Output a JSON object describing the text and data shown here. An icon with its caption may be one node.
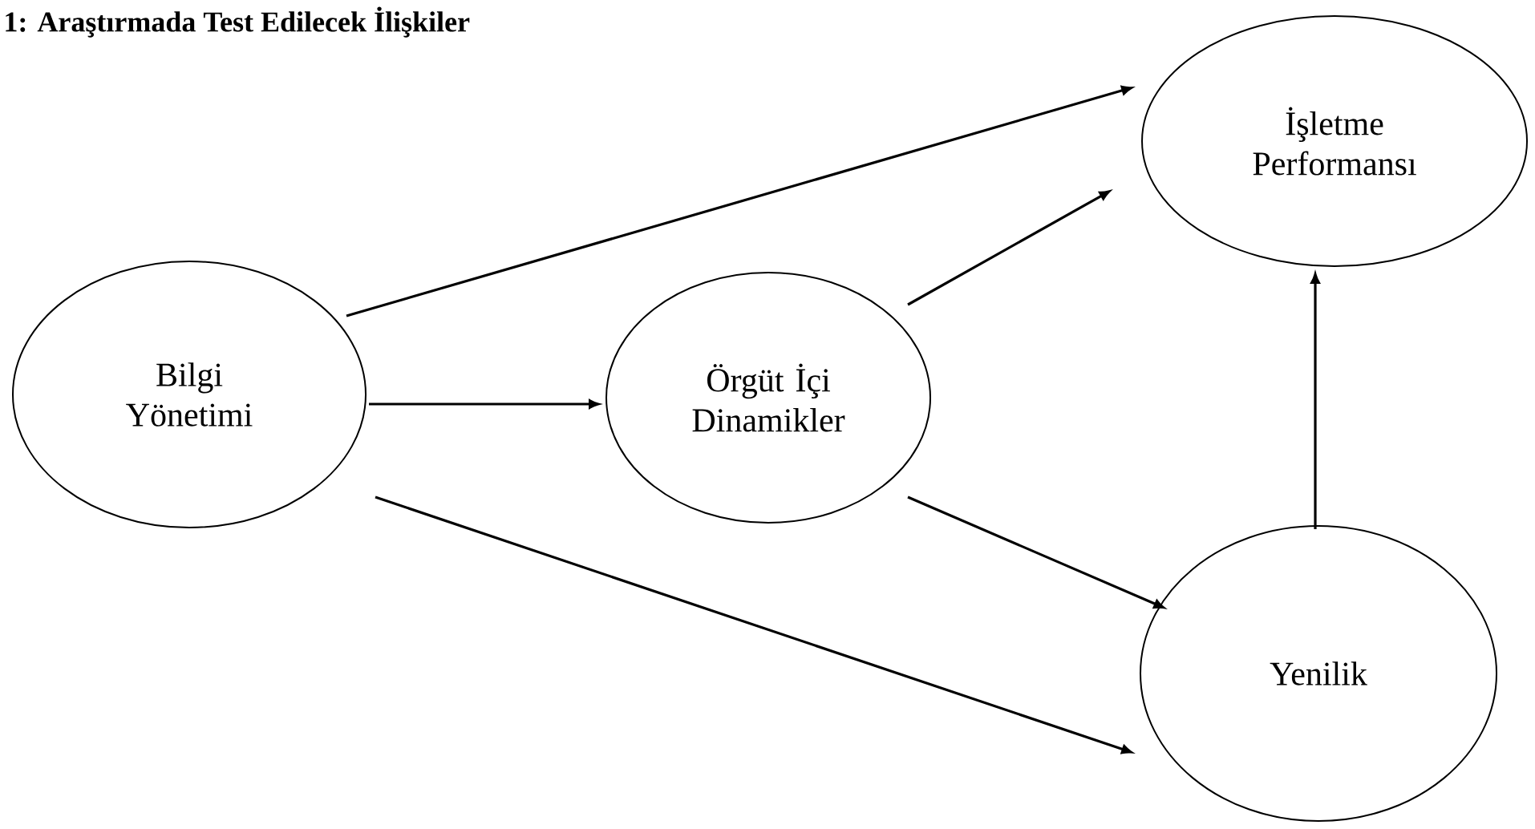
{
  "diagram": {
    "title": "1: Araştırmada Test Edilecek İlişkiler",
    "nodes": [
      {
        "text": [
          "Bilgi Yönetimi"
        ]
      },
      {
        "text": [
          "Örgüt İçi Dinamikler"
        ]
      },
      {
        "text": [
          "İşletme Performansı"
        ]
      },
      {
        "text": [
          "Yenilik"
        ]
      }
    ],
    "edges": [
      {
        "from": 0,
        "to": 2,
        "arrow": "to"
      },
      {
        "from": 0,
        "to": 1,
        "arrow": "to"
      },
      {
        "from": 0,
        "to": 3,
        "arrow": "to"
      },
      {
        "from": 1,
        "to": 2,
        "arrow": "to"
      },
      {
        "from": 1,
        "to": 3,
        "arrow": "to"
      },
      {
        "from": 3,
        "to": 2,
        "arrow": "to"
      }
    ]
  }
}
